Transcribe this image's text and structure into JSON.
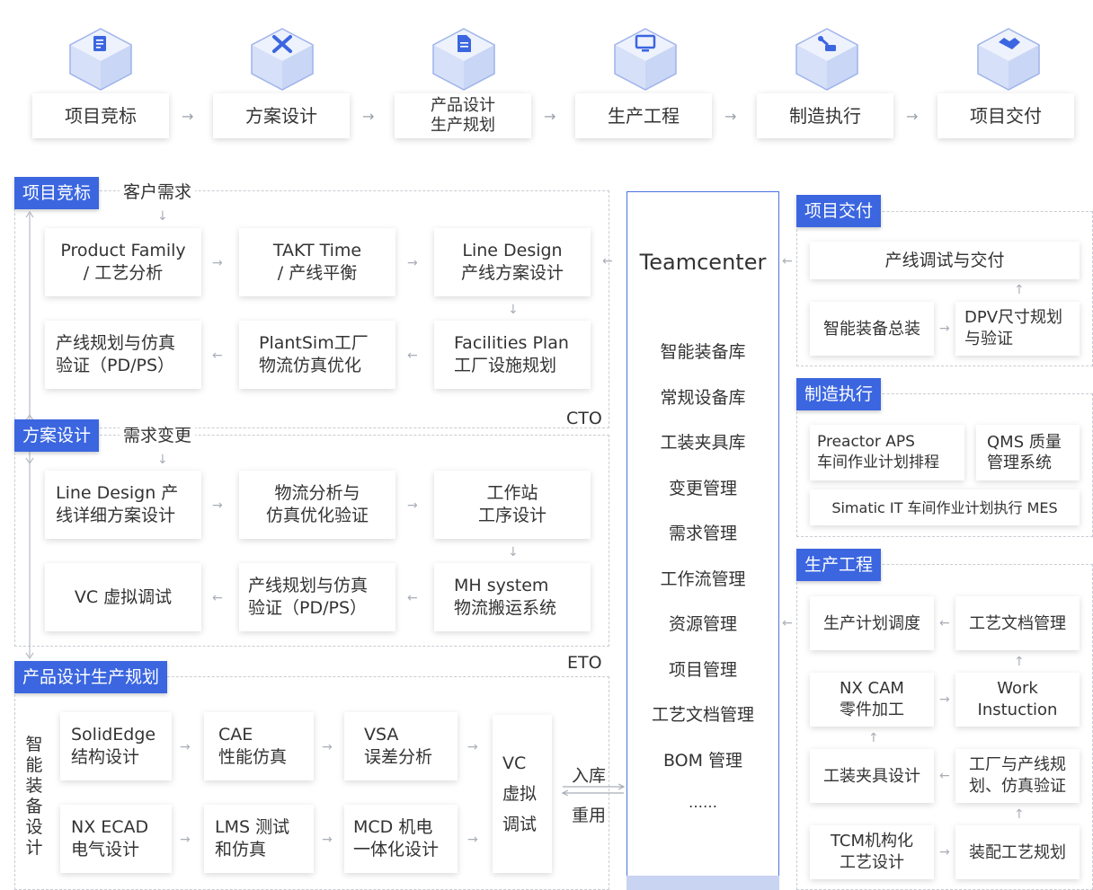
{
  "flow": [
    {
      "label": "项目竞标",
      "icon": "bid-document-icon"
    },
    {
      "label": "方案设计",
      "icon": "design-tools-icon"
    },
    {
      "label": "产品设计\n生产规划",
      "icon": "product-plan-icon"
    },
    {
      "label": "生产工程",
      "icon": "monitor-engineering-icon"
    },
    {
      "label": "制造执行",
      "icon": "robot-arm-icon"
    },
    {
      "label": "项目交付",
      "icon": "handshake-icon"
    }
  ],
  "left": {
    "bid": {
      "tag": "项目竞标",
      "input": "客户需求",
      "cards": [
        "Product Family\n/ 工艺分析",
        "TAKT Time\n/ 产线平衡",
        "Line Design\n产线方案设计",
        "产线规划与仿真\n验证（PD/PS）",
        "PlantSim工厂\n物流仿真优化",
        "Facilities Plan\n工厂设施规划"
      ],
      "corner": "CTO"
    },
    "scheme": {
      "tag": "方案设计",
      "input": "需求变更",
      "cards": [
        "Line Design 产\n线详细方案设计",
        "物流分析与\n仿真优化验证",
        "工作站\n工序设计",
        "VC 虚拟调试",
        "产线规划与仿真\n验证（PD/PS）",
        "MH system\n物流搬运系统"
      ],
      "corner": "ETO"
    },
    "product": {
      "tag": "产品设计生产规划",
      "vertical": "智\n能\n装\n备\n设\n计",
      "cards": [
        "SolidEdge\n结构设计",
        "CAE\n性能仿真",
        "VSA\n误差分析",
        "NX ECAD\n电气设计",
        "LMS 测试\n和仿真",
        "MCD 机电\n一体化设计"
      ],
      "vc": "VC\n虚拟\n调试",
      "in": "入库",
      "reuse": "重用"
    }
  },
  "center": {
    "title": "Teamcenter",
    "items": [
      "智能装备库",
      "常规设备库",
      "工装夹具库",
      "变更管理",
      "需求管理",
      "工作流管理",
      "资源管理",
      "项目管理",
      "工艺文档管理",
      "BOM 管理",
      "……"
    ]
  },
  "right": {
    "delivery": {
      "tag": "项目交付",
      "cards": [
        "产线调试与交付",
        "智能装备总装",
        "DPV尺寸规划\n与验证"
      ]
    },
    "mfg": {
      "tag": "制造执行",
      "cards": [
        "Preactor APS\n车间作业计划排程",
        "QMS 质量\n管理系统",
        "Simatic IT 车间作业计划执行 MES"
      ]
    },
    "eng": {
      "tag": "生产工程",
      "cards": [
        "生产计划调度",
        "工艺文档管理",
        "NX CAM\n零件加工",
        "Work\nInstuction",
        "工装夹具设计",
        "工厂与产线规\n划、仿真验证",
        "TCM机构化\n工艺设计",
        "装配工艺规划"
      ]
    }
  },
  "colors": {
    "accent": "#3b66e0",
    "hex_top": "#e6ecfb",
    "hex_side": "#bfcdf3",
    "hex_icon": "#3b66e0"
  }
}
